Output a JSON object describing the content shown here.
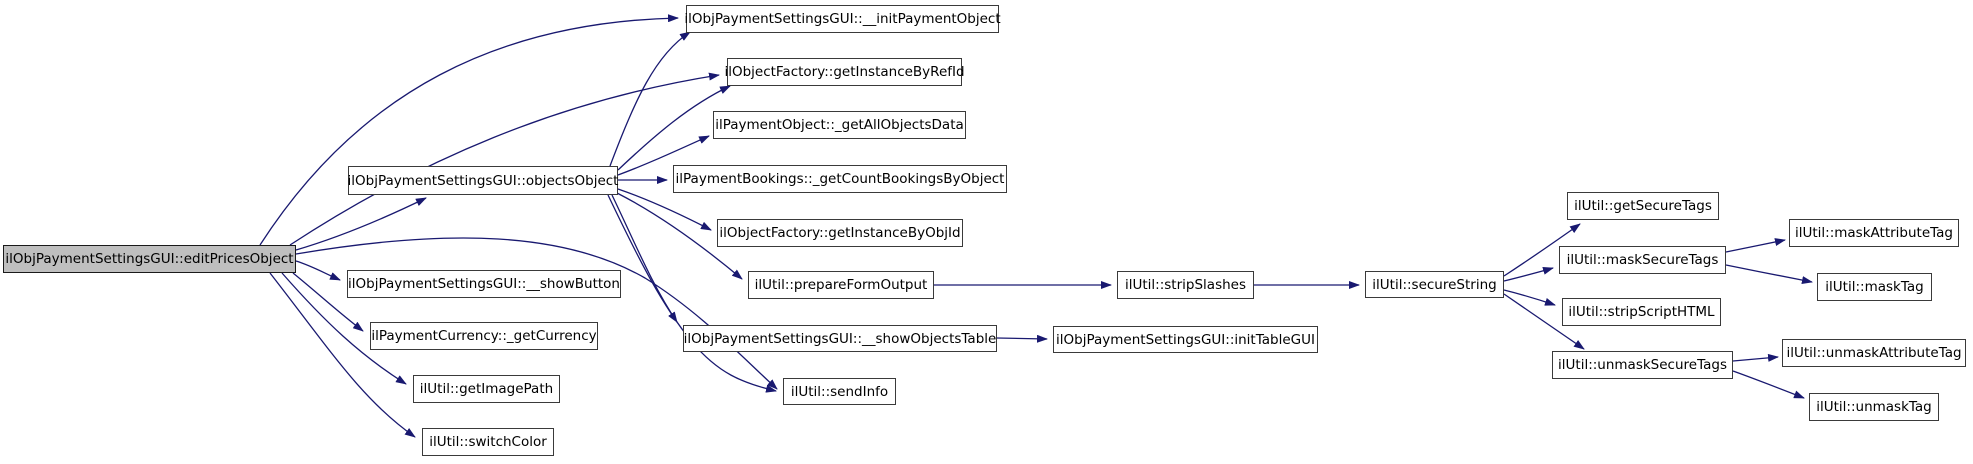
{
  "diagram": {
    "type": "call-graph",
    "focus_node": "ilObjPaymentSettingsGUI::editPricesObject",
    "colors": {
      "background": "#ffffff",
      "edge": "#191970",
      "node_fill": "#ffffff",
      "node_border": "#3a3a3a",
      "focus_node_fill": "#bfbfbf",
      "text": "#000000"
    },
    "nodes": [
      {
        "id": "editPricesObject",
        "label": "ilObjPaymentSettingsGUI::editPricesObject",
        "focus": true
      },
      {
        "id": "initPaymentObject",
        "label": "ilObjPaymentSettingsGUI::__initPaymentObject",
        "focus": false
      },
      {
        "id": "getInstanceByRefId",
        "label": "ilObjectFactory::getInstanceByRefId",
        "focus": false
      },
      {
        "id": "getAllObjectsData",
        "label": "ilPaymentObject::_getAllObjectsData",
        "focus": false
      },
      {
        "id": "objectsObject",
        "label": "ilObjPaymentSettingsGUI::objectsObject",
        "focus": false
      },
      {
        "id": "getCountBookingsByObject",
        "label": "ilPaymentBookings::_getCountBookingsByObject",
        "focus": false
      },
      {
        "id": "getInstanceByObjId",
        "label": "ilObjectFactory::getInstanceByObjId",
        "focus": false
      },
      {
        "id": "showButton",
        "label": "ilObjPaymentSettingsGUI::__showButton",
        "focus": false
      },
      {
        "id": "prepareFormOutput",
        "label": "ilUtil::prepareFormOutput",
        "focus": false
      },
      {
        "id": "getCurrency",
        "label": "ilPaymentCurrency::_getCurrency",
        "focus": false
      },
      {
        "id": "showObjectsTable",
        "label": "ilObjPaymentSettingsGUI::__showObjectsTable",
        "focus": false
      },
      {
        "id": "initTableGUI",
        "label": "ilObjPaymentSettingsGUI::initTableGUI",
        "focus": false
      },
      {
        "id": "getImagePath",
        "label": "ilUtil::getImagePath",
        "focus": false
      },
      {
        "id": "switchColor",
        "label": "ilUtil::switchColor",
        "focus": false
      },
      {
        "id": "sendInfo",
        "label": "ilUtil::sendInfo",
        "focus": false
      },
      {
        "id": "stripSlashes",
        "label": "ilUtil::stripSlashes",
        "focus": false
      },
      {
        "id": "secureString",
        "label": "ilUtil::secureString",
        "focus": false
      },
      {
        "id": "getSecureTags",
        "label": "ilUtil::getSecureTags",
        "focus": false
      },
      {
        "id": "maskSecureTags",
        "label": "ilUtil::maskSecureTags",
        "focus": false
      },
      {
        "id": "stripScriptHTML",
        "label": "ilUtil::stripScriptHTML",
        "focus": false
      },
      {
        "id": "unmaskSecureTags",
        "label": "ilUtil::unmaskSecureTags",
        "focus": false
      },
      {
        "id": "maskAttributeTag",
        "label": "ilUtil::maskAttributeTag",
        "focus": false
      },
      {
        "id": "maskTag",
        "label": "ilUtil::maskTag",
        "focus": false
      },
      {
        "id": "unmaskAttributeTag",
        "label": "ilUtil::unmaskAttributeTag",
        "focus": false
      },
      {
        "id": "unmaskTag",
        "label": "ilUtil::unmaskTag",
        "focus": false
      }
    ],
    "edges": [
      {
        "from": "editPricesObject",
        "to": "initPaymentObject"
      },
      {
        "from": "editPricesObject",
        "to": "getInstanceByRefId"
      },
      {
        "from": "editPricesObject",
        "to": "objectsObject"
      },
      {
        "from": "editPricesObject",
        "to": "showButton"
      },
      {
        "from": "editPricesObject",
        "to": "getCurrency"
      },
      {
        "from": "editPricesObject",
        "to": "getImagePath"
      },
      {
        "from": "editPricesObject",
        "to": "switchColor"
      },
      {
        "from": "editPricesObject",
        "to": "sendInfo"
      },
      {
        "from": "objectsObject",
        "to": "initPaymentObject"
      },
      {
        "from": "objectsObject",
        "to": "getInstanceByRefId"
      },
      {
        "from": "objectsObject",
        "to": "getAllObjectsData"
      },
      {
        "from": "objectsObject",
        "to": "getCountBookingsByObject"
      },
      {
        "from": "objectsObject",
        "to": "getInstanceByObjId"
      },
      {
        "from": "objectsObject",
        "to": "prepareFormOutput"
      },
      {
        "from": "objectsObject",
        "to": "showObjectsTable"
      },
      {
        "from": "objectsObject",
        "to": "sendInfo"
      },
      {
        "from": "prepareFormOutput",
        "to": "stripSlashes"
      },
      {
        "from": "stripSlashes",
        "to": "secureString"
      },
      {
        "from": "showObjectsTable",
        "to": "initTableGUI"
      },
      {
        "from": "secureString",
        "to": "getSecureTags"
      },
      {
        "from": "secureString",
        "to": "maskSecureTags"
      },
      {
        "from": "secureString",
        "to": "stripScriptHTML"
      },
      {
        "from": "secureString",
        "to": "unmaskSecureTags"
      },
      {
        "from": "maskSecureTags",
        "to": "maskAttributeTag"
      },
      {
        "from": "maskSecureTags",
        "to": "maskTag"
      },
      {
        "from": "unmaskSecureTags",
        "to": "unmaskAttributeTag"
      },
      {
        "from": "unmaskSecureTags",
        "to": "unmaskTag"
      }
    ]
  }
}
